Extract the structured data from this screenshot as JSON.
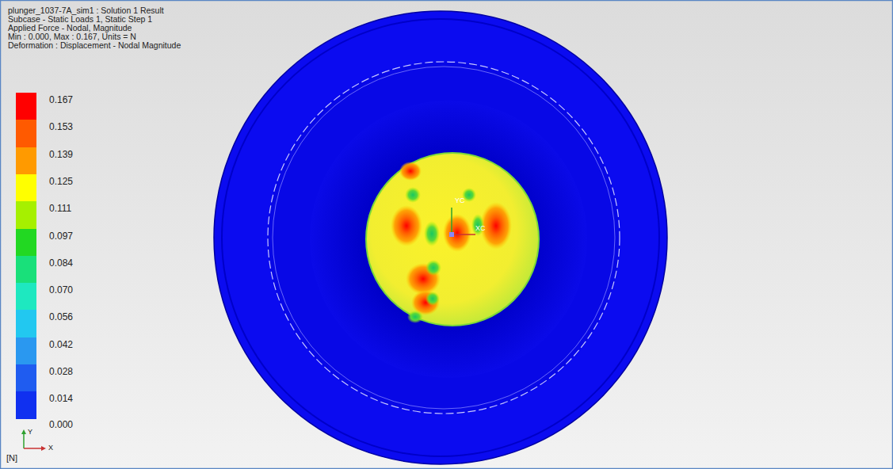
{
  "diagram": {
    "title": "plunger_1037-7A_sim1 : Solution 1 Result",
    "labels": [
      "Subcase - Static Loads 1, Static Step 1",
      "Applied Force - Nodal, Magnitude",
      "Min : 0.000, Max : 0.167, Units = N",
      "Deformation : Displacement - Nodal Magnitude",
      "0.000",
      "[N]",
      "YC",
      "XC",
      "Y",
      "X"
    ],
    "legend": [
      {
        "text": "0.167",
        "color": "#ff0000"
      },
      {
        "text": "0.153",
        "color": "#ff5a00"
      },
      {
        "text": "0.139",
        "color": "#ff9a00"
      },
      {
        "text": "0.125",
        "color": "#ffff00"
      },
      {
        "text": "0.111",
        "color": "#a6f000"
      },
      {
        "text": "0.097",
        "color": "#22d822"
      },
      {
        "text": "0.084",
        "color": "#19e07a"
      },
      {
        "text": "0.070",
        "color": "#1ee8c0"
      },
      {
        "text": "0.056",
        "color": "#22c8f0"
      },
      {
        "text": "0.042",
        "color": "#2a98f0"
      },
      {
        "text": "0.028",
        "color": "#1f5cf0"
      },
      {
        "text": "0.014",
        "color": "#1030f0"
      }
    ]
  }
}
